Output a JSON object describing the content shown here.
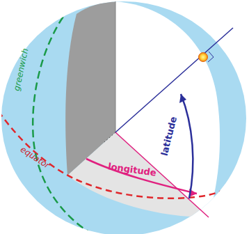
{
  "diagram": {
    "labels": [
      "greenwich",
      "equator",
      "longitude",
      "latitude"
    ]
  }
}
